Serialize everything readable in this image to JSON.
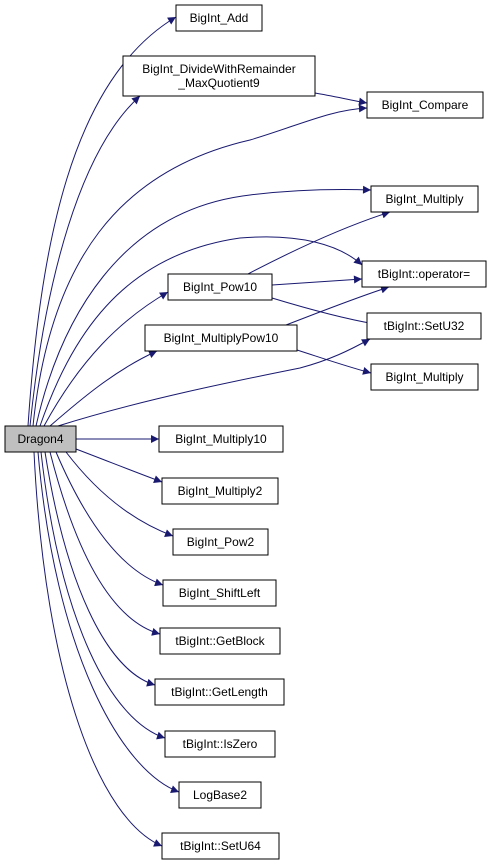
{
  "colors": {
    "edge": "#191970",
    "node_border": "#000000",
    "node_fill": "#ffffff",
    "root_fill": "#bfbfbf",
    "text": "#000000"
  },
  "nodes": [
    {
      "id": "dragon4",
      "label": "Dragon4",
      "root": true
    },
    {
      "id": "bigint_add",
      "label": "BigInt_Add"
    },
    {
      "id": "bigint_dividewithremainder",
      "label": "BigInt_DivideWithRemainder",
      "label2": "_MaxQuotient9"
    },
    {
      "id": "bigint_compare",
      "label": "BigInt_Compare"
    },
    {
      "id": "bigint_multiply_a",
      "label": "BigInt_Multiply"
    },
    {
      "id": "bigint_pow10",
      "label": "BigInt_Pow10"
    },
    {
      "id": "tbigint_operator_assign",
      "label": "tBigInt::operator="
    },
    {
      "id": "bigint_multiplypow10",
      "label": "BigInt_MultiplyPow10"
    },
    {
      "id": "tbigint_setu32",
      "label": "tBigInt::SetU32"
    },
    {
      "id": "bigint_multiply_b",
      "label": "BigInt_Multiply"
    },
    {
      "id": "bigint_multiply10",
      "label": "BigInt_Multiply10"
    },
    {
      "id": "bigint_multiply2",
      "label": "BigInt_Multiply2"
    },
    {
      "id": "bigint_pow2",
      "label": "BigInt_Pow2"
    },
    {
      "id": "bigint_shiftleft",
      "label": "BigInt_ShiftLeft"
    },
    {
      "id": "tbigint_getblock",
      "label": "tBigInt::GetBlock"
    },
    {
      "id": "tbigint_getlength",
      "label": "tBigInt::GetLength"
    },
    {
      "id": "tbigint_iszero",
      "label": "tBigInt::IsZero"
    },
    {
      "id": "logbase2",
      "label": "LogBase2"
    },
    {
      "id": "tbigint_setu64",
      "label": "tBigInt::SetU64"
    }
  ],
  "edges": [
    {
      "from": "dragon4",
      "to": "bigint_add"
    },
    {
      "from": "dragon4",
      "to": "bigint_dividewithremainder"
    },
    {
      "from": "dragon4",
      "to": "bigint_compare"
    },
    {
      "from": "dragon4",
      "to": "bigint_multiply_a"
    },
    {
      "from": "dragon4",
      "to": "tbigint_operator_assign"
    },
    {
      "from": "dragon4",
      "to": "bigint_pow10"
    },
    {
      "from": "dragon4",
      "to": "bigint_multiplypow10"
    },
    {
      "from": "dragon4",
      "to": "tbigint_setu32"
    },
    {
      "from": "dragon4",
      "to": "bigint_multiply10"
    },
    {
      "from": "dragon4",
      "to": "bigint_multiply2"
    },
    {
      "from": "dragon4",
      "to": "bigint_pow2"
    },
    {
      "from": "dragon4",
      "to": "bigint_shiftleft"
    },
    {
      "from": "dragon4",
      "to": "tbigint_getblock"
    },
    {
      "from": "dragon4",
      "to": "tbigint_getlength"
    },
    {
      "from": "dragon4",
      "to": "tbigint_iszero"
    },
    {
      "from": "dragon4",
      "to": "logbase2"
    },
    {
      "from": "dragon4",
      "to": "tbigint_setu64"
    },
    {
      "from": "bigint_dividewithremainder",
      "to": "bigint_compare"
    },
    {
      "from": "bigint_pow10",
      "to": "bigint_multiply_a"
    },
    {
      "from": "bigint_pow10",
      "to": "tbigint_operator_assign"
    },
    {
      "from": "bigint_pow10",
      "to": "tbigint_setu32"
    },
    {
      "from": "bigint_multiplypow10",
      "to": "tbigint_operator_assign"
    },
    {
      "from": "bigint_multiplypow10",
      "to": "bigint_multiply_b"
    }
  ]
}
